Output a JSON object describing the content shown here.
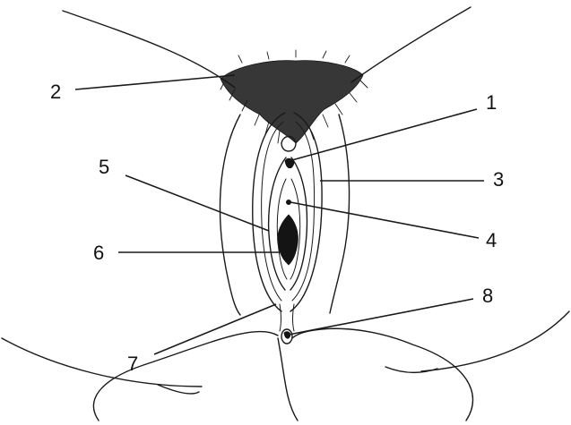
{
  "figure": {
    "ink_color": "#1a1a1a",
    "background": "#ffffff"
  },
  "callouts": [
    {
      "id": "c1",
      "label": "1"
    },
    {
      "id": "c2",
      "label": "2"
    },
    {
      "id": "c3",
      "label": "3"
    },
    {
      "id": "c4",
      "label": "4"
    },
    {
      "id": "c5",
      "label": "5"
    },
    {
      "id": "c6",
      "label": "6"
    },
    {
      "id": "c7",
      "label": "7"
    },
    {
      "id": "c8",
      "label": "8"
    }
  ]
}
